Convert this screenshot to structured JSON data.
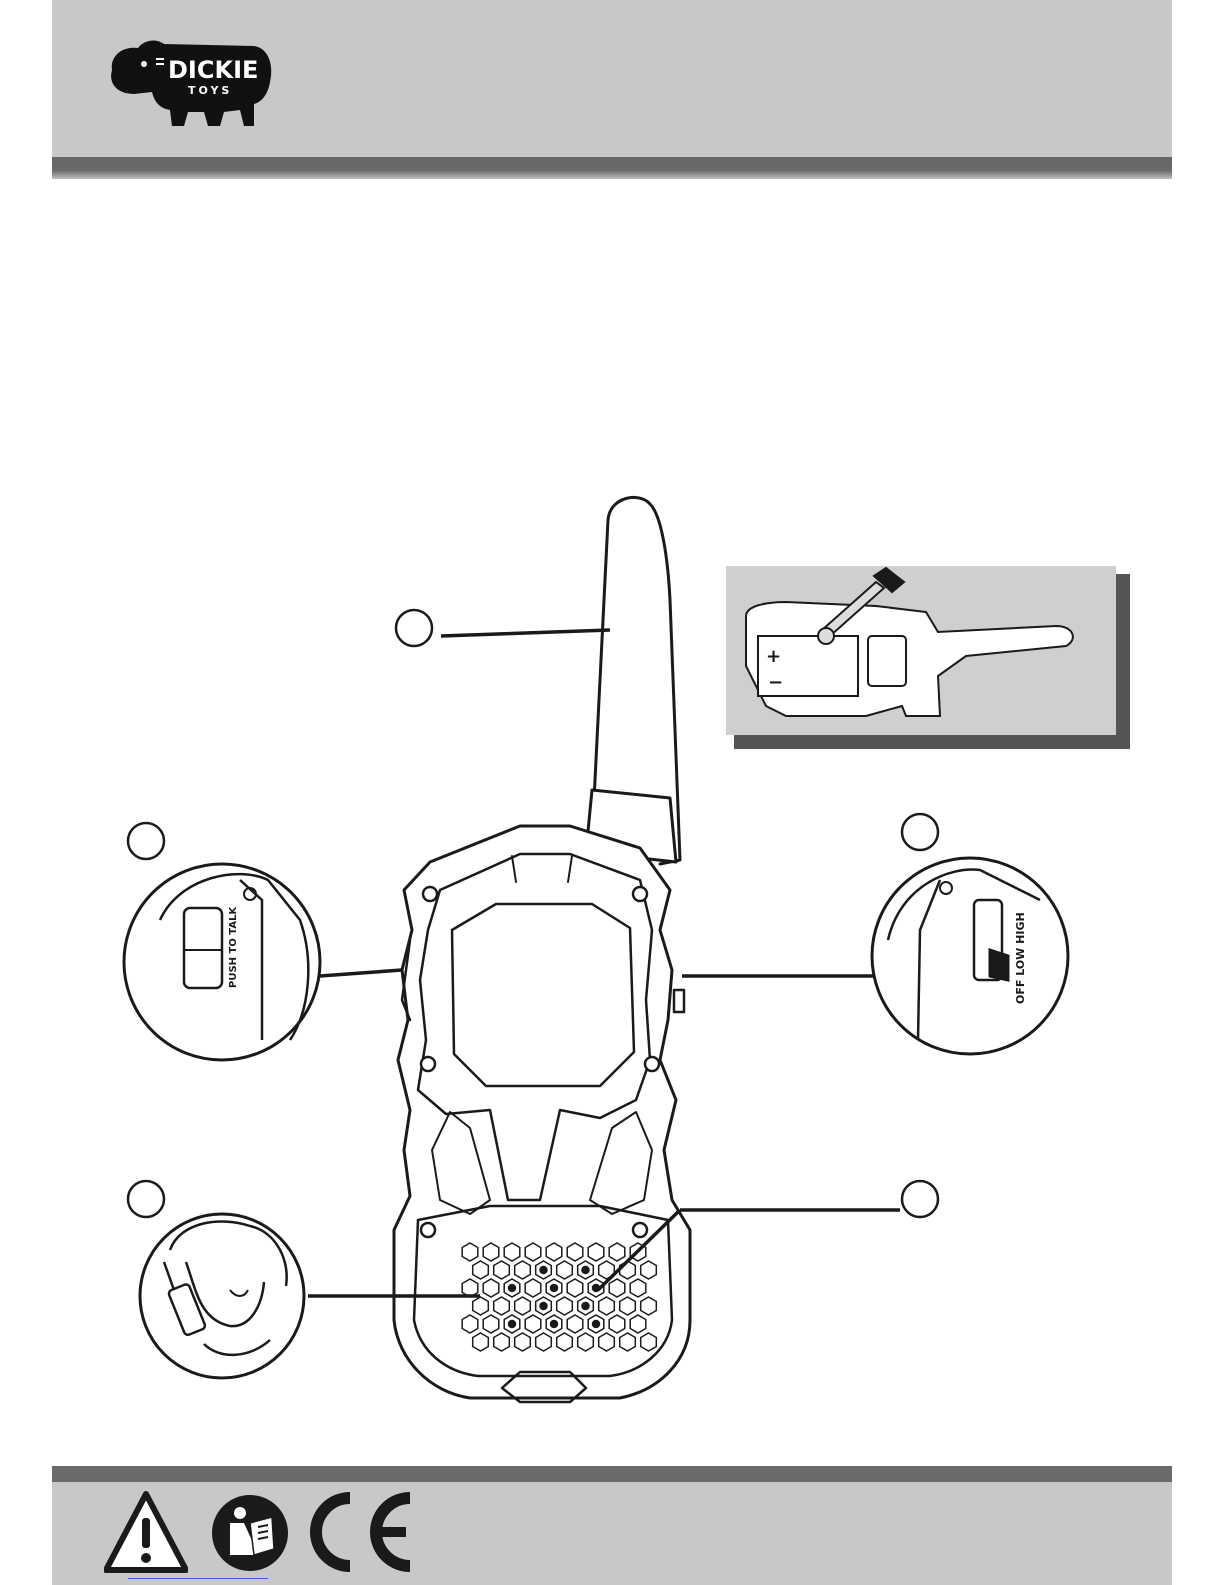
{
  "brand": {
    "name": "DICKIE",
    "sub": "TOYS"
  },
  "controls": {
    "ptt_label": "PUSH TO TALK",
    "switch_label": "OFF LOW HIGH"
  },
  "battery": {
    "plus": "+",
    "minus": "−"
  },
  "colors": {
    "band": "#c8c8c8",
    "rule": "#6a6a6a",
    "ink": "#1a1a1a",
    "link": "#3b5fd1"
  },
  "icons": [
    "warning-triangle-icon",
    "read-manual-icon",
    "ce-mark-icon"
  ]
}
